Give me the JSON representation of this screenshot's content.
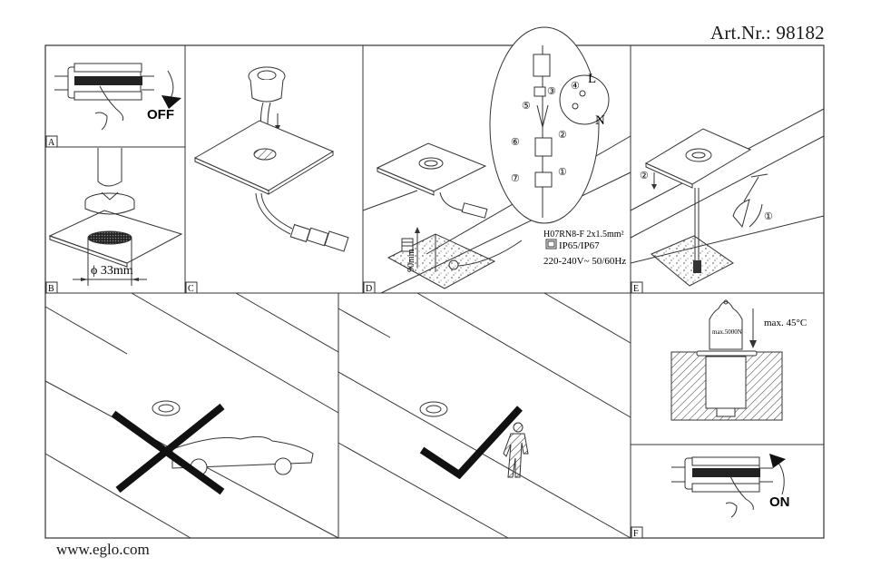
{
  "header": {
    "article_number": "Art.Nr.: 98182"
  },
  "footer": {
    "website": "www.eglo.com"
  },
  "panels": {
    "A": {
      "label": "A",
      "switch_state": "OFF"
    },
    "B": {
      "label": "B",
      "hole_diameter": "ϕ 33mm"
    },
    "C": {
      "label": "C"
    },
    "D": {
      "label": "D",
      "depth": "90mm",
      "cable_spec": "H07RN8-F 2x1.5mm²",
      "protection": "IP65/IP67",
      "voltage": "220-240V~ 50/60Hz",
      "steps": [
        "①",
        "②",
        "③",
        "④",
        "⑤",
        "⑥",
        "⑦"
      ],
      "wire_live": "L",
      "wire_neutral": "N"
    },
    "E": {
      "label": "E",
      "steps": [
        "①",
        "②"
      ]
    },
    "load": {
      "max_load": "max.5000N",
      "max_temp": "max. 45°C"
    },
    "F": {
      "label": "F",
      "switch_state": "ON"
    }
  }
}
